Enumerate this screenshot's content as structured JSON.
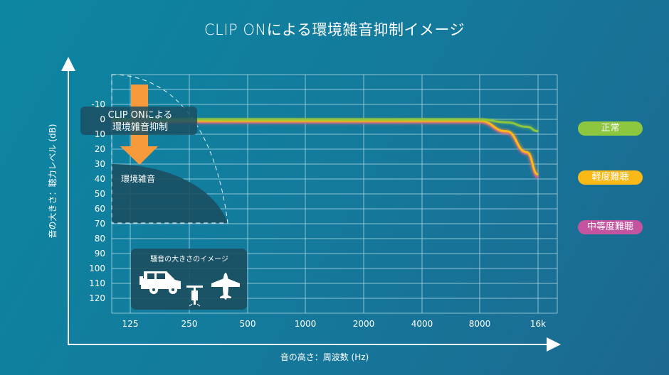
{
  "title": "CLIP ONによる環境雑音抑制イメージ",
  "chart_data": {
    "type": "line",
    "xlabel": "音の高さ：周波数 (Hz)",
    "ylabel": "音の大きさ：聴力レベル (dB)",
    "x_ticks": [
      "125",
      "250",
      "500",
      "1000",
      "2000",
      "4000",
      "8000",
      "16k"
    ],
    "y_ticks": [
      "-10",
      "0",
      "10",
      "20",
      "30",
      "40",
      "50",
      "60",
      "70",
      "80",
      "90",
      "100",
      "110",
      "120"
    ],
    "y_inverted": true,
    "ylim": [
      -30,
      130
    ],
    "grid": true,
    "legend_position": "right",
    "x": [
      125,
      250,
      500,
      1000,
      2000,
      4000,
      8000,
      11000,
      14000,
      16000
    ],
    "series": [
      {
        "name": "正常",
        "color": "#8dc63f",
        "values": [
          0,
          0,
          0,
          0,
          0,
          0,
          0,
          2,
          5,
          8
        ]
      },
      {
        "name": "軽度難聴",
        "color": "#fbb917",
        "values": [
          1,
          1,
          1,
          1,
          1,
          1,
          1,
          8,
          22,
          37
        ]
      },
      {
        "name": "中等度難聴",
        "color": "#c454a0",
        "values": [
          2,
          2,
          2,
          2,
          2,
          2,
          2,
          9,
          23,
          39
        ]
      }
    ],
    "annotations": {
      "noise_area_label": "環境雑音",
      "suppression_label_line1": "CLIP ONによる",
      "suppression_label_line2": "環境雑音抑制",
      "noise_image_title": "騒音の大きさのイメージ",
      "noise_icons": [
        "car-icon",
        "jackhammer-icon",
        "airplane-icon"
      ]
    }
  }
}
